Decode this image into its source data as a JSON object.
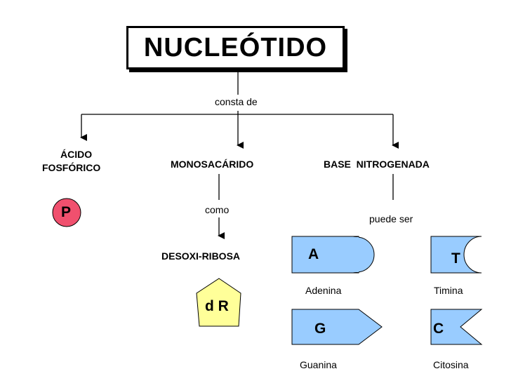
{
  "title": "NUCLEÓTIDO",
  "connector_consta": "consta de",
  "nodes": {
    "acido_line1": "ÁCIDO",
    "acido_line2": "FOSFÓRICO",
    "monosacarido": "MONOSACÁRIDO",
    "base": "BASE  NITROGENADA",
    "como": "como",
    "desoxirribosa": "DESOXI-RIBOSA",
    "puede_ser": "puede ser"
  },
  "symbols": {
    "phosphate": "P",
    "sugar": "d R",
    "adenine": "A",
    "thymine": "T",
    "guanine": "G",
    "cytosine": "C"
  },
  "base_names": {
    "adenine": "Adenina",
    "thymine": "Timina",
    "guanine": "Guanina",
    "cytosine": "Citosina"
  },
  "colors": {
    "phosphate_fill": "#f0506e",
    "sugar_fill": "#ffff99",
    "base_fill": "#99ccff",
    "line": "#000000"
  }
}
